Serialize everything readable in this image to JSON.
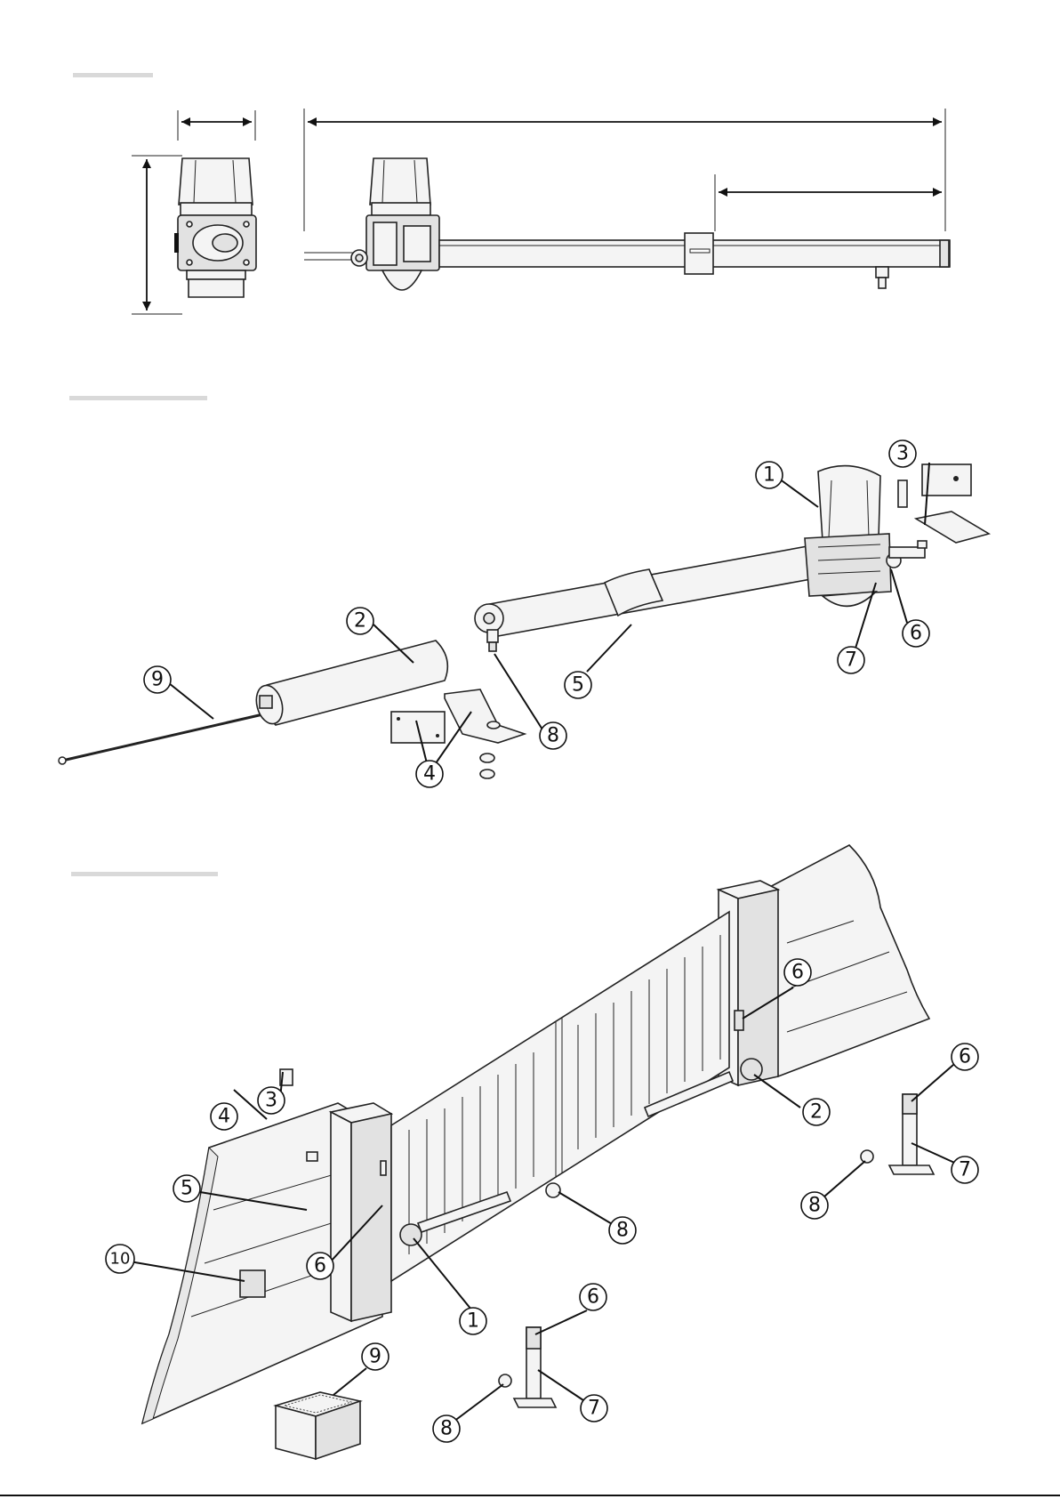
{
  "footer": {
    "text": ""
  },
  "figure_2": {
    "callouts": [
      "1",
      "2",
      "3",
      "4",
      "5",
      "6",
      "7",
      "8",
      "9"
    ]
  },
  "figure_3": {
    "callouts": [
      "1",
      "2",
      "3",
      "4",
      "5",
      "6",
      "6",
      "6",
      "6",
      "7",
      "7",
      "8",
      "8",
      "8",
      "9",
      "10"
    ]
  }
}
